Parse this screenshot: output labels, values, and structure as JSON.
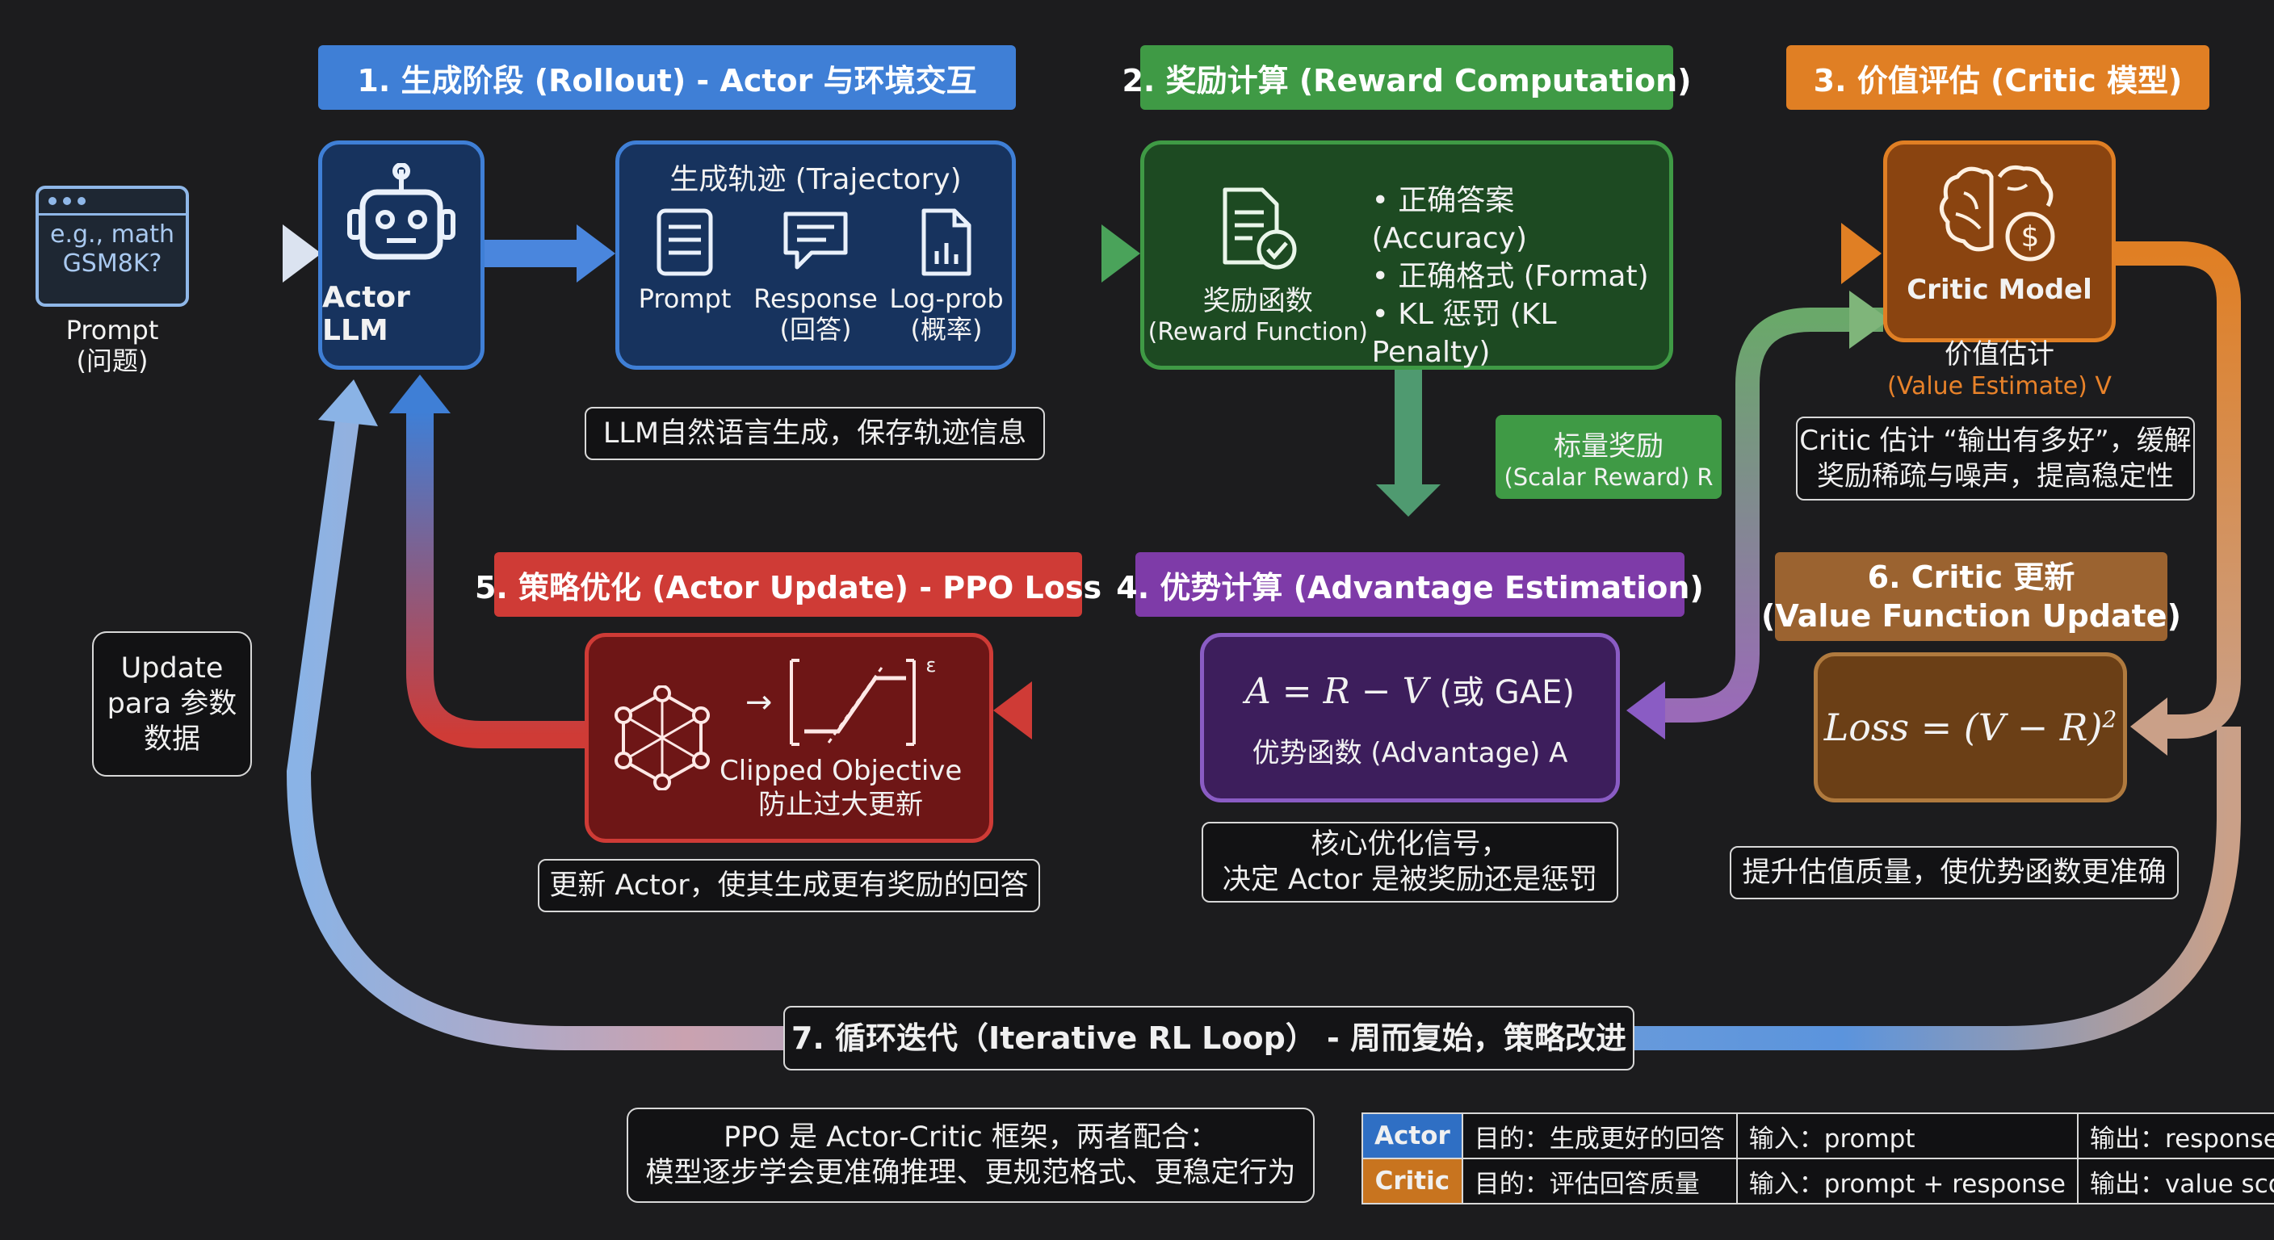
{
  "prompt": {
    "text": "e.g., math GSM8K?",
    "label_en": "Prompt",
    "label_cn": "(问题)"
  },
  "stages": {
    "s1": "1. 生成阶段 (Rollout) - Actor 与环境交互",
    "s2": "2. 奖励计算 (Reward Computation)",
    "s3": "3. 价值评估 (Critic 模型)",
    "s4": "4. 优势计算 (Advantage Estimation)",
    "s5": "5. 策略优化 (Actor Update) - PPO Loss",
    "s6_line1": "6. Critic 更新",
    "s6_line2": "(Value Function Update)",
    "s7": "7. 循环迭代（Iterative RL Loop） - 周而复始，策略改进"
  },
  "actor": {
    "label": "Actor LLM"
  },
  "trajectory": {
    "title": "生成轨迹 (Trajectory)",
    "items": [
      {
        "line1": "Prompt",
        "line2": ""
      },
      {
        "line1": "Response",
        "line2": "(回答)"
      },
      {
        "line1": "Log-prob",
        "line2": "(概率)"
      }
    ],
    "caption": "LLM自然语言生成，保存轨迹信息"
  },
  "reward": {
    "name_cn": "奖励函数",
    "name_en": "(Reward Function)",
    "bullets": [
      "正确答案 (Accuracy)",
      "正确格式 (Format)",
      "KL 惩罚 (KL Penalty)"
    ],
    "scalar_cn": "标量奖励",
    "scalar_en": "(Scalar Reward) R"
  },
  "critic": {
    "label": "Critic Model",
    "value_cn": "价值估计",
    "value_en": "(Value Estimate) V",
    "caption_line1": "Critic 估计 “输出有多好”，缓解",
    "caption_line2": "奖励稀疏与噪声，提高稳定性"
  },
  "advantage": {
    "formula": "A = R − V",
    "formula_suffix": "(或 GAE)",
    "name": "优势函数 (Advantage) A",
    "caption_line1": "核心优化信号，",
    "caption_line2": "决定 Actor 是被奖励还是惩罚"
  },
  "actor_update": {
    "clip_line1": "Clipped Objective",
    "clip_line2": "防止过大更新",
    "epsilon": "ε",
    "caption": "更新 Actor，使其生成更有奖励的回答"
  },
  "critic_update": {
    "formula": "Loss = (V − R)",
    "exponent": "2",
    "caption": "提升估值质量，使优势函数更准确"
  },
  "update_params": {
    "line1": "Update",
    "line2": "para 参数",
    "line3": "数据"
  },
  "summary": {
    "line1": "PPO 是 Actor-Critic 框架，两者配合：",
    "line2": "模型逐步学会更准确推理、更规范格式、更稳定行为"
  },
  "legend": [
    {
      "role": "Actor",
      "goal": "目的：生成更好的回答",
      "input": "输入：prompt",
      "output": "输出：response"
    },
    {
      "role": "Critic",
      "goal": "目的：评估回答质量",
      "input": "输入：prompt + response",
      "output": "输出：value score"
    }
  ],
  "colors": {
    "rollout": "#3f7fd6",
    "reward": "#3f9a45",
    "critic": "#e07f24",
    "advantage": "#7e3ba8",
    "actor_update": "#cf3b36",
    "critic_update": "#9b6330"
  }
}
